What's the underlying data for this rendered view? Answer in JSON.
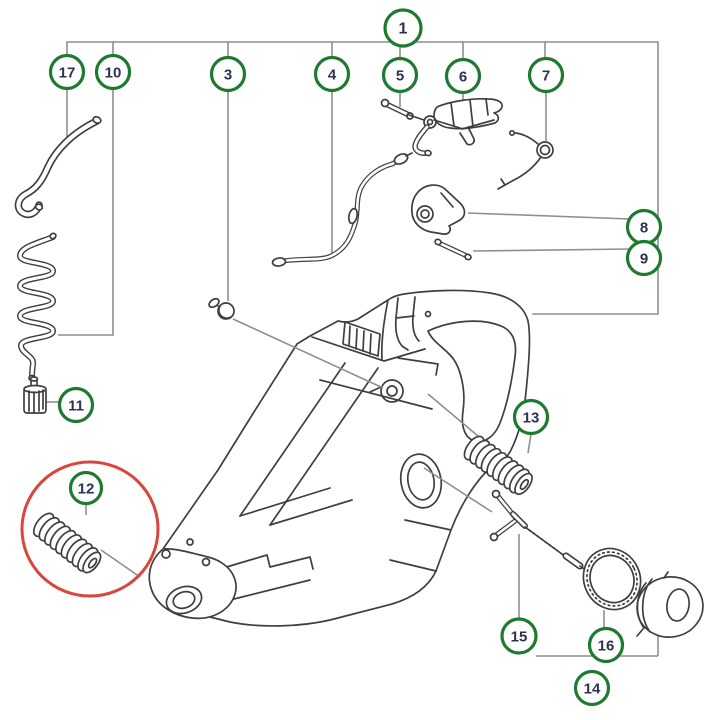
{
  "diagram": {
    "kind": "exploded-parts-diagram",
    "highlighted_callout": "12",
    "colors": {
      "background": "#ffffff",
      "callout_ring": "#1e7a30",
      "callout_number": "#2d3250",
      "construction_line": "#8f8f8f",
      "part_line": "#3f3f3f",
      "highlight_ring": "#d9473c"
    },
    "callouts": {
      "c1": {
        "label": "1"
      },
      "c3": {
        "label": "3"
      },
      "c4": {
        "label": "4"
      },
      "c5": {
        "label": "5"
      },
      "c6": {
        "label": "6"
      },
      "c7": {
        "label": "7"
      },
      "c8": {
        "label": "8"
      },
      "c9": {
        "label": "9"
      },
      "c10": {
        "label": "10"
      },
      "c11": {
        "label": "11"
      },
      "c12": {
        "label": "12"
      },
      "c13": {
        "label": "13"
      },
      "c14": {
        "label": "14"
      },
      "c15": {
        "label": "15"
      },
      "c16": {
        "label": "16"
      },
      "c17": {
        "label": "17"
      }
    }
  }
}
